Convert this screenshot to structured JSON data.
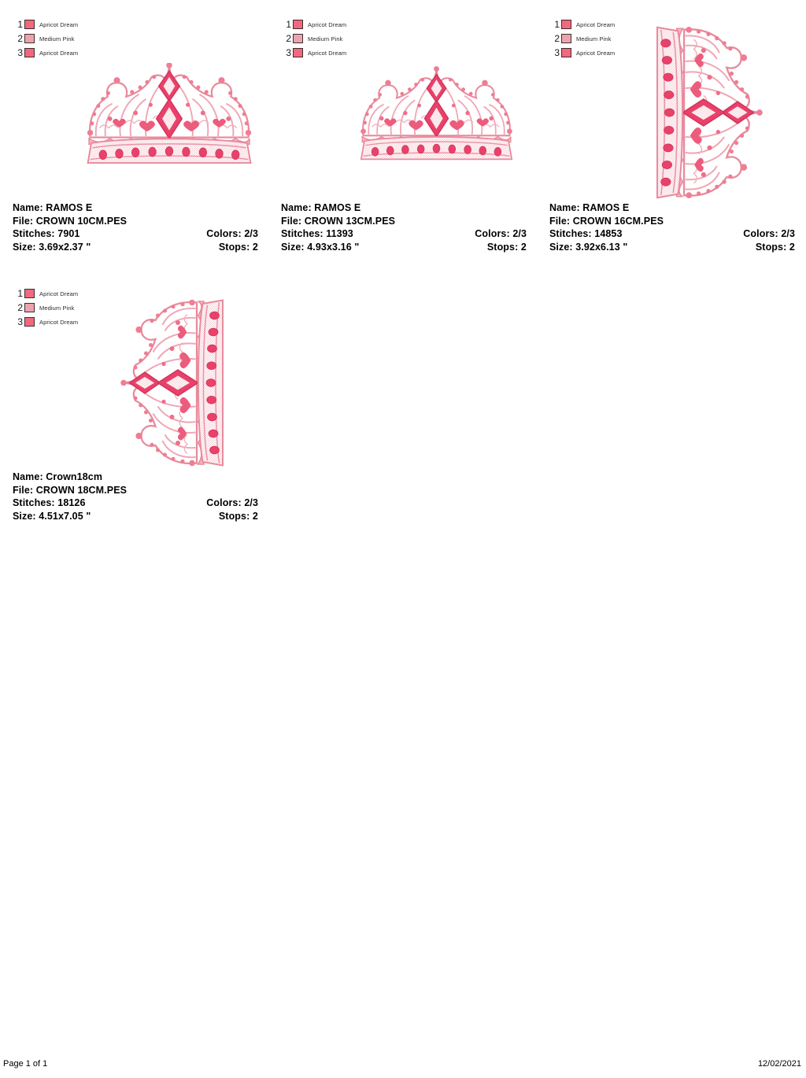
{
  "document": {
    "type": "embroidery-design-catalog",
    "background_color": "#ffffff"
  },
  "colors": {
    "apricot_dream": "#f2687f",
    "medium_pink": "#eda3ad",
    "outline_dark": "#d94a6a",
    "outline_mid": "#e88a9c",
    "fill_light": "#f7c9d1",
    "text": "#000000"
  },
  "legend_template": {
    "entries": [
      {
        "number": "1",
        "name": "Apricot Dream",
        "color": "#f2687f"
      },
      {
        "number": "2",
        "name": "Medium Pink",
        "color": "#eda3ad"
      },
      {
        "number": "3",
        "name": "Apricot Dream",
        "color": "#f2687f"
      }
    ]
  },
  "labels": {
    "name_prefix": "Name:",
    "file_prefix": "File:",
    "stitches_prefix": "Stitches:",
    "size_prefix": "Size:",
    "colors_prefix": "Colors:",
    "stops_prefix": "Stops:"
  },
  "designs": [
    {
      "id": "crown-10cm",
      "orientation": "upright",
      "legend": [
        {
          "number": "1",
          "name": "Apricot Dream",
          "color": "#f2687f"
        },
        {
          "number": "2",
          "name": "Medium Pink",
          "color": "#eda3ad"
        },
        {
          "number": "3",
          "name": "Apricot Dream",
          "color": "#f2687f"
        }
      ],
      "name_line": "Name: RAMOS E",
      "file_line": "File: CROWN 10CM.PES",
      "stitches_line": "Stitches: 7901",
      "size_line": "Size: 3.69x2.37 \"",
      "colors_line": "Colors: 2/3",
      "stops_line": "Stops: 2",
      "name": "RAMOS E",
      "file": "CROWN 10CM.PES",
      "stitches": "7901",
      "size": "3.69x2.37 \"",
      "colors": "2/3",
      "stops": "2"
    },
    {
      "id": "crown-13cm",
      "orientation": "upright",
      "legend": [
        {
          "number": "1",
          "name": "Apricot Dream",
          "color": "#f2687f"
        },
        {
          "number": "2",
          "name": "Medium Pink",
          "color": "#eda3ad"
        },
        {
          "number": "3",
          "name": "Apricot Dream",
          "color": "#f2687f"
        }
      ],
      "name_line": "Name: RAMOS E",
      "file_line": "File: CROWN 13CM.PES",
      "stitches_line": "Stitches: 11393",
      "size_line": "Size: 4.93x3.16 \"",
      "colors_line": "Colors: 2/3",
      "stops_line": "Stops: 2",
      "name": "RAMOS E",
      "file": "CROWN 13CM.PES",
      "stitches": "11393",
      "size": "4.93x3.16 \"",
      "colors": "2/3",
      "stops": "2"
    },
    {
      "id": "crown-16cm",
      "orientation": "rotated-right",
      "legend": [
        {
          "number": "1",
          "name": "Apricot Dream",
          "color": "#f2687f"
        },
        {
          "number": "2",
          "name": "Medium Pink",
          "color": "#eda3ad"
        },
        {
          "number": "3",
          "name": "Apricot Dream",
          "color": "#f2687f"
        }
      ],
      "name_line": "Name: RAMOS E",
      "file_line": "File: CROWN 16CM.PES",
      "stitches_line": "Stitches: 14853",
      "size_line": "Size: 3.92x6.13 \"",
      "colors_line": "Colors: 2/3",
      "stops_line": "Stops: 2",
      "name": "RAMOS E",
      "file": "CROWN 16CM.PES",
      "stitches": "14853",
      "size": "3.92x6.13 \"",
      "colors": "2/3",
      "stops": "2"
    },
    {
      "id": "crown-18cm",
      "orientation": "rotated-left",
      "legend": [
        {
          "number": "1",
          "name": "Apricot Dream",
          "color": "#f2687f"
        },
        {
          "number": "2",
          "name": "Medium Pink",
          "color": "#eda3ad"
        },
        {
          "number": "3",
          "name": "Apricot Dream",
          "color": "#f2687f"
        }
      ],
      "name_line": "Name: Crown18cm",
      "file_line": "File: CROWN 18CM.PES",
      "stitches_line": "Stitches: 18126",
      "size_line": "Size: 4.51x7.05 \"",
      "colors_line": "Colors: 2/3",
      "stops_line": "Stops: 2",
      "name": "Crown18cm",
      "file": "CROWN 18CM.PES",
      "stitches": "18126",
      "size": "4.51x7.05 \"",
      "colors": "2/3",
      "stops": "2"
    }
  ],
  "footer": {
    "page": "Page 1 of 1",
    "date": "12/02/2021"
  }
}
